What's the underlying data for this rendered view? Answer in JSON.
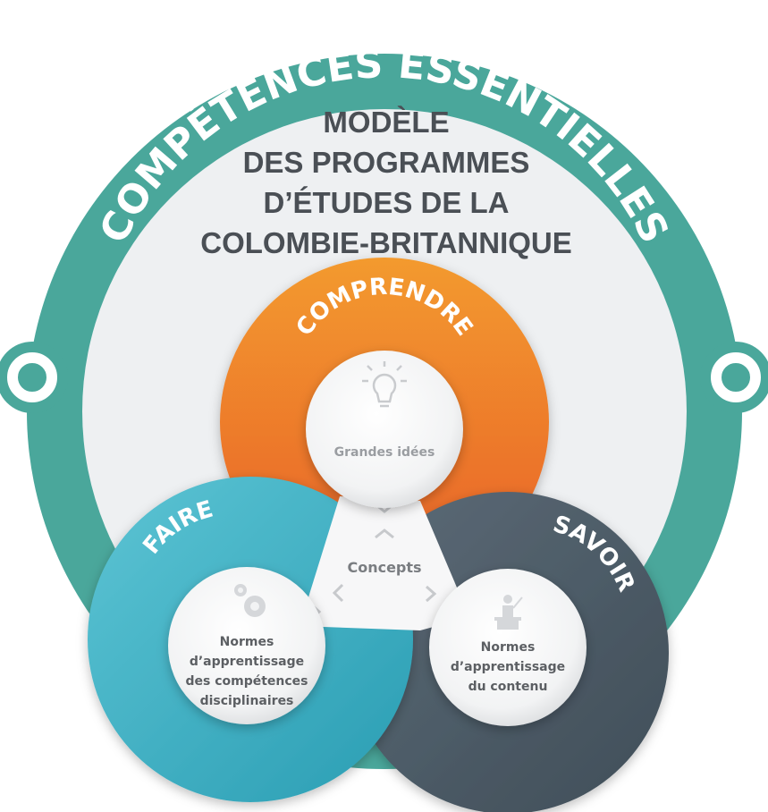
{
  "outer_ring": {
    "label": "COMPÉTENCES ESSENTIELLES",
    "color": "#4aa79b"
  },
  "title": {
    "lines": [
      "MODÈLE",
      "DES PROGRAMMES",
      "D’ÉTUDES DE LA",
      "COLOMBIE-BRITANNIQUE"
    ]
  },
  "comprendre": {
    "label": "COMPRENDRE",
    "center_text": "Grandes idées",
    "icon": "lightbulb-icon",
    "color_top": "#f39a2e",
    "color_bottom": "#e8602a"
  },
  "faire": {
    "label": "FAIRE",
    "center_lines": [
      "Normes",
      "d’apprentissage",
      "des compétences",
      "disciplinaires"
    ],
    "icon": "gears-icon",
    "color": "#3fb1c5"
  },
  "savoir": {
    "label": "SAVOIR",
    "center_lines": [
      "Normes",
      "d’apprentissage",
      "du contenu"
    ],
    "icon": "teacher-icon",
    "color": "#4f5f6b"
  },
  "concepts": {
    "label": "Concepts"
  }
}
